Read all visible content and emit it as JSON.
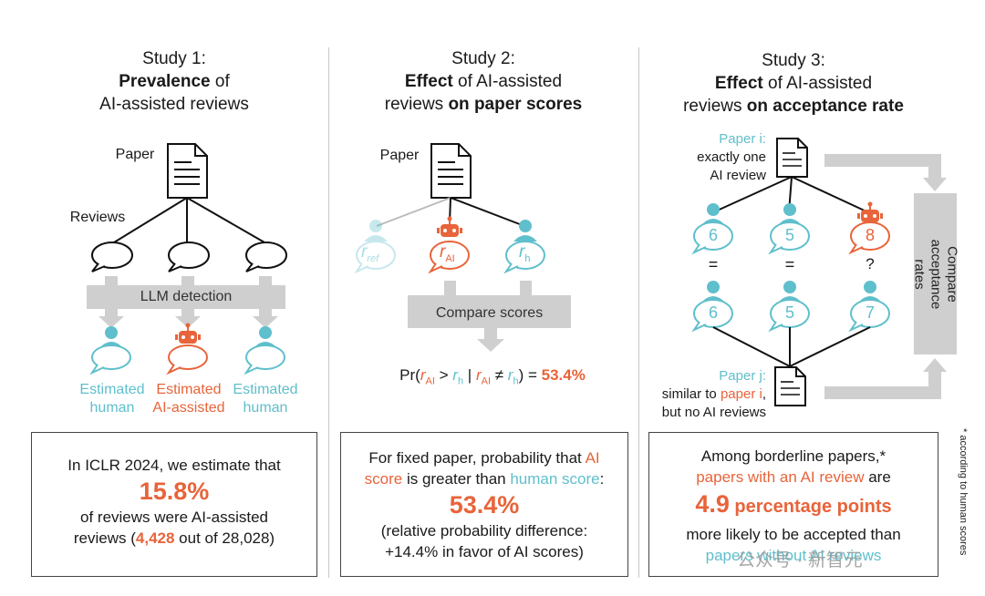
{
  "study1": {
    "heading": "Study 1:",
    "line2_bold": "Prevalence",
    "line2_rest": " of",
    "line3": "AI-assisted reviews",
    "paper_label": "Paper",
    "reviews_label": "Reviews",
    "llm_label": "LLM detection",
    "est1_a": "Estimated",
    "est1_b": "human",
    "est2_a": "Estimated",
    "est2_b": "AI-assisted",
    "est3_a": "Estimated",
    "est3_b": "human",
    "box_line1": "In ICLR 2024, we estimate that",
    "box_big": "15.8%",
    "box_line3": "of reviews were AI-assisted",
    "box_line4_a": "reviews (",
    "box_line4_num": "4,428",
    "box_line4_b": " out of 28,028)"
  },
  "study2": {
    "heading": "Study 2:",
    "line2_bold": "Effect",
    "line2_rest": " of AI-assisted",
    "line3_rest": "reviews ",
    "line3_bold": "on paper scores",
    "paper_label": "Paper",
    "r_ref": "r",
    "r_ref_sub": "ref",
    "r_ai": "r",
    "r_ai_sub": "AI",
    "r_h": "r",
    "r_h_sub": "h",
    "compare_label": "Compare scores",
    "formula_pr": "Pr(",
    "formula_gt": " > ",
    "formula_bar": " | ",
    "formula_neq": " ≠ ",
    "formula_close": ") = ",
    "formula_value": "53.4%",
    "box_line1_a": "For fixed paper, probability that ",
    "box_line1_ai": "AI",
    "box_line2_a": "score",
    "box_line2_b": " is greater than ",
    "box_line2_h": "human score",
    "box_line2_c": ":",
    "box_big": "53.4%",
    "box_line4": "(relative probability difference:",
    "box_line5": "+14.4% in favor of AI scores)"
  },
  "study3": {
    "heading": "Study 3:",
    "line2_bold": "Effect",
    "line2_rest": " of AI-assisted",
    "line3_rest": "reviews ",
    "line3_bold": "on acceptance rate",
    "paper_i_label": "Paper i:",
    "paper_i_l2": "exactly one",
    "paper_i_l3": "AI review",
    "score_top_1": "6",
    "score_top_2": "5",
    "score_top_3": "8",
    "eq1": "=",
    "eq2": "=",
    "eq3": "?",
    "score_bot_1": "6",
    "score_bot_2": "5",
    "score_bot_3": "7",
    "paper_j_label": "Paper j:",
    "paper_j_l2_a": "similar to ",
    "paper_j_l2_b": "paper i",
    "paper_j_l2_c": ",",
    "paper_j_l3": "but no AI reviews",
    "compare_label": "Compare acceptance rates",
    "box_line1": "Among borderline papers,*",
    "box_line2": "papers with an AI review",
    "box_line2_b": " are",
    "box_big_num": "4.9",
    "box_big_rest": " percentage points",
    "box_line4": "more likely to be accepted than",
    "box_line5": "papers without AI reviews"
  },
  "footnote": "* according to human scores",
  "watermark": "公众号 · 新智元",
  "colors": {
    "teal": "#5fbfcc",
    "orange": "#e8643a",
    "gray": "#cfcfcf"
  }
}
